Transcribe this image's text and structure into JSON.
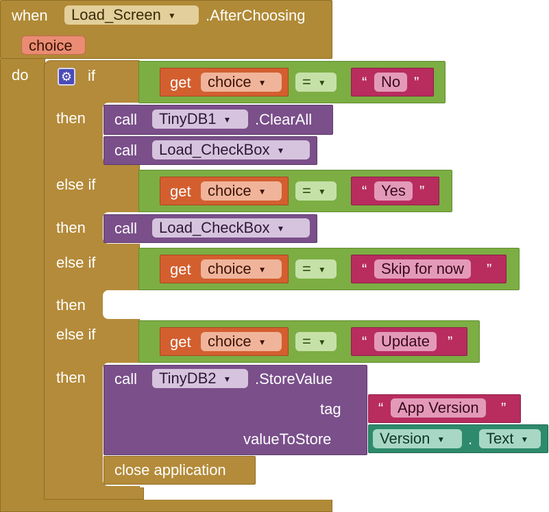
{
  "event": {
    "when": "when",
    "component": "Load_Screen",
    "event_name": ".AfterChoosing",
    "param": "choice",
    "do": "do"
  },
  "ifblock": {
    "if": "if",
    "then": "then",
    "elseif": "else if"
  },
  "conditions": [
    {
      "get": "get",
      "var": "choice",
      "op": "=",
      "value": "No"
    },
    {
      "get": "get",
      "var": "choice",
      "op": "=",
      "value": "Yes"
    },
    {
      "get": "get",
      "var": "choice",
      "op": "=",
      "value": "Skip for now"
    },
    {
      "get": "get",
      "var": "choice",
      "op": "=",
      "value": "Update"
    }
  ],
  "quotes": {
    "open": "“",
    "close": "”"
  },
  "calls": {
    "call": "call",
    "tinydb1": "TinyDB1",
    "clear_all": ".ClearAll",
    "load_checkbox": "Load_CheckBox",
    "tinydb2": "TinyDB2",
    "store_value": ".StoreValue",
    "tag_label": "tag",
    "tag_value": "App Version",
    "value_label": "valueToStore",
    "version_component": "Version",
    "dot": ".",
    "text_prop": "Text",
    "close_app": "close application"
  },
  "colors": {
    "event": "#b08a36",
    "logic": "#7cae43",
    "variable": "#d35f2f",
    "text": "#b82c5e",
    "procedure_call": "#7a4f8a",
    "component": "#2e8a6c"
  }
}
